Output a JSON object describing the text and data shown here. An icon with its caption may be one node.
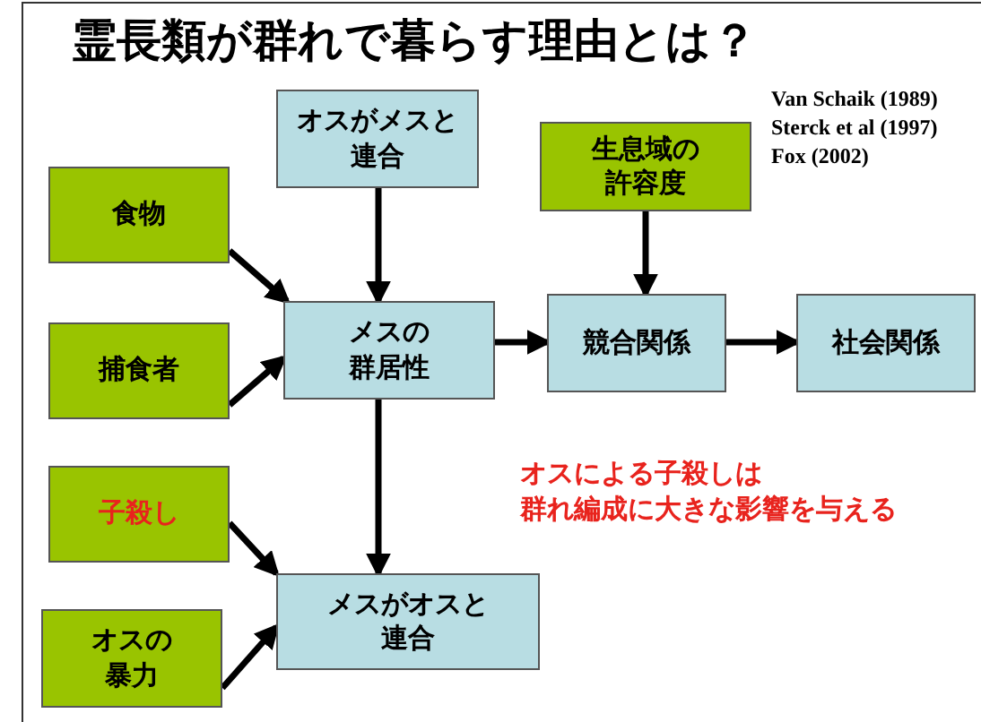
{
  "diagram": {
    "title": "霊長類が群れで暮らす理由とは？",
    "nodes": [
      {
        "text": [
          "オスがメスと連合"
        ]
      },
      {
        "text": [
          "生息域の許容度"
        ]
      },
      {
        "text": [
          "食物"
        ]
      },
      {
        "text": [
          "メスの群居性"
        ]
      },
      {
        "text": [
          "競合関係"
        ]
      },
      {
        "text": [
          "社会関係"
        ]
      },
      {
        "text": [
          "捕食者"
        ]
      },
      {
        "text": [
          "子殺し"
        ]
      },
      {
        "text": [
          "メスがオスと連合"
        ]
      },
      {
        "text": [
          "オスの暴力"
        ]
      }
    ],
    "edges": [
      {
        "from": 0,
        "to": 3,
        "arrow": "to"
      },
      {
        "from": 1,
        "to": 4,
        "arrow": "to"
      },
      {
        "from": 2,
        "to": 3,
        "arrow": "to"
      },
      {
        "from": 6,
        "to": 3,
        "arrow": "to"
      },
      {
        "from": 3,
        "to": 4,
        "arrow": "to"
      },
      {
        "from": 4,
        "to": 5,
        "arrow": "to"
      },
      {
        "from": 3,
        "to": 8,
        "arrow": "to"
      },
      {
        "from": 7,
        "to": 8,
        "arrow": "to"
      },
      {
        "from": 9,
        "to": 8,
        "arrow": "to"
      }
    ],
    "labels": [
      "Van Schaik (1989)",
      "Sterck et al (1997)",
      "Fox (2002)",
      "オスによる子殺しは群れ編成に大きな影響を与える"
    ]
  }
}
